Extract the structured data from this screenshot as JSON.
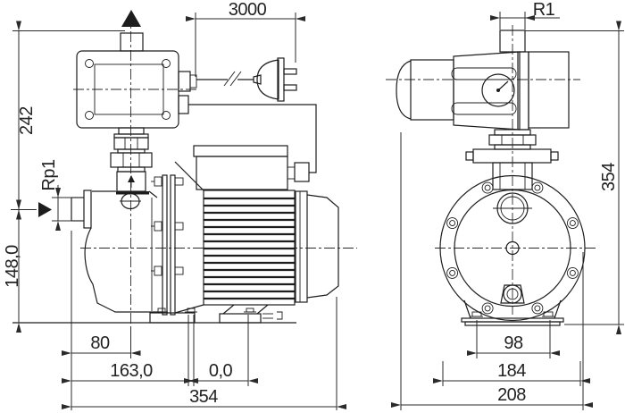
{
  "drawing": {
    "front_view": {
      "dims": {
        "cable_length": "3000",
        "height_to_top": "242",
        "suction_port_thread": "Rp1",
        "suction_port_height": "148,0",
        "suction_to_discharge": "80",
        "foot_front_offset": "163,0",
        "foot_rear_offset": "0,0",
        "overall_length": "354"
      }
    },
    "side_view": {
      "dims": {
        "discharge_port_thread": "R1",
        "overall_height": "354",
        "base_slot_spacing": "98",
        "flange_diameter": "184",
        "overall_width": "208"
      }
    },
    "icons": {
      "flow_out": "up-arrow",
      "flow_in": "right-arrow",
      "power": "mains-plug"
    },
    "colors": {
      "line": "#1d1d1d",
      "background": "#ffffff"
    }
  }
}
